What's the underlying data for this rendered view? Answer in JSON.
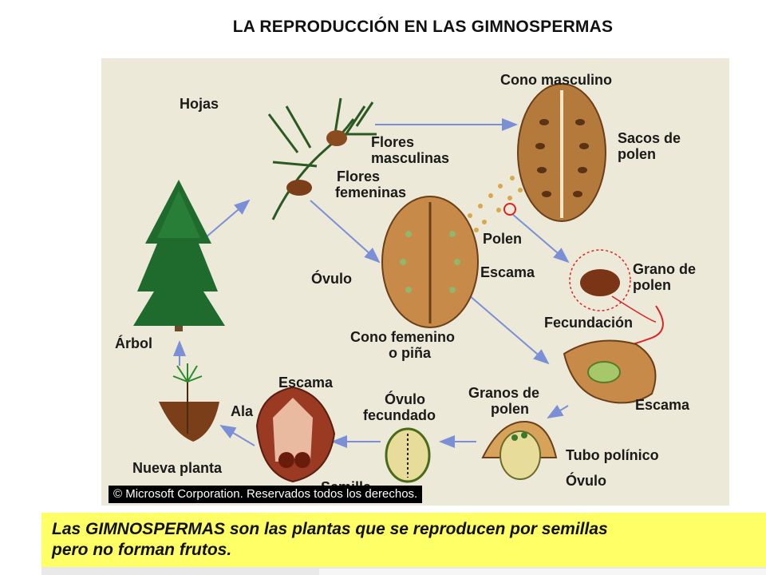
{
  "title": "LA REPRODUCCIÓN EN LAS GIMNOSPERMAS",
  "labels": {
    "hojas": "Hojas",
    "flores_masculinas_1": "Flores",
    "flores_masculinas_2": "masculinas",
    "flores_femeninas_1": "Flores",
    "flores_femeninas_2": "femeninas",
    "cono_masculino": "Cono masculino",
    "sacos_1": "Sacos de",
    "sacos_2": "polen",
    "polen": "Polen",
    "grano_1": "Grano de",
    "grano_2": "polen",
    "ovulo": "Óvulo",
    "escama_cono": "Escama",
    "cono_femenino_1": "Cono femenino",
    "cono_femenino_2": "o piña",
    "fecundacion": "Fecundación",
    "escama_fec": "Escama",
    "arbol": "Árbol",
    "escama_semilla": "Escama",
    "ala": "Ala",
    "ovulo_fec_1": "Óvulo",
    "ovulo_fec_2": "fecundado",
    "granos_1": "Granos de",
    "granos_2": "polen",
    "tubo": "Tubo polínico",
    "ovulo_bottom": "Óvulo",
    "nueva_planta": "Nueva planta",
    "semilla_partial": "Semilla"
  },
  "copyright": "© Microsoft Corporation. Reservados todos los derechos.",
  "note": {
    "line1": "Las GIMNOSPERMAS son las plantas que se reproducen por semillas",
    "line2": "pero no forman frutos."
  },
  "colors": {
    "panel": "#ece9d8",
    "arrow": "#7b8fd6",
    "tree": "#1f6b2e",
    "cone": "#b47a3c",
    "note_bg": "#ffff66"
  }
}
